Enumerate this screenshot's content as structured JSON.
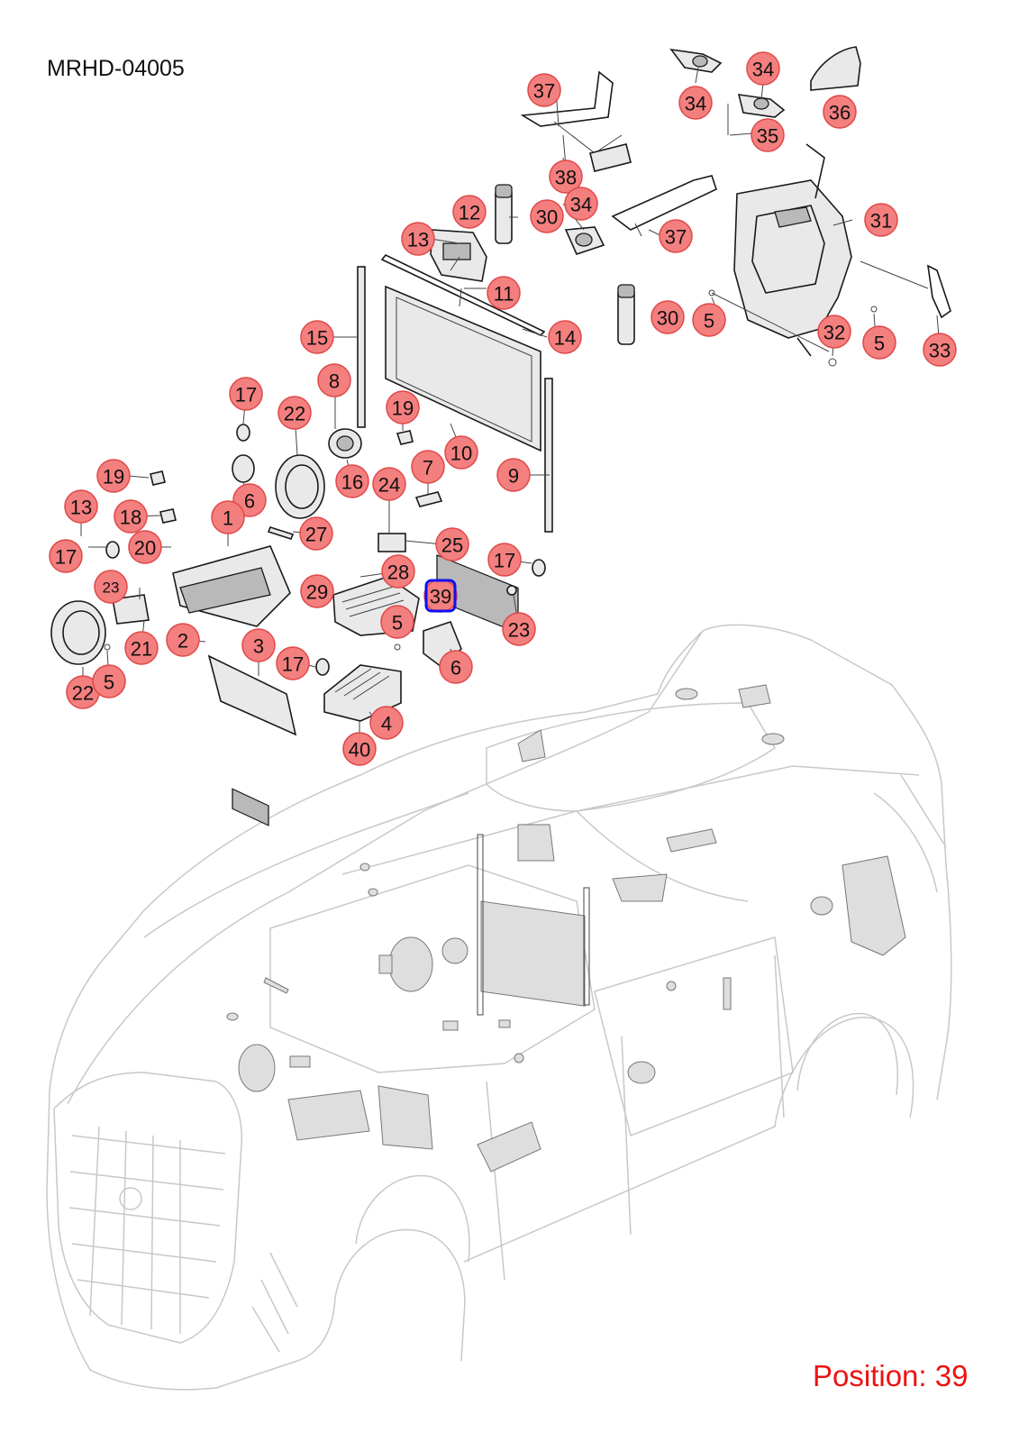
{
  "header": {
    "diagram_code": "MRHD-04005"
  },
  "footer": {
    "position_label": "Position: 39"
  },
  "highlighted_callout": "39",
  "callouts": [
    "37",
    "34",
    "34",
    "36",
    "35",
    "38",
    "12",
    "30",
    "34",
    "31",
    "37",
    "13",
    "11",
    "30",
    "5",
    "14",
    "15",
    "32",
    "5",
    "33",
    "8",
    "17",
    "22",
    "19",
    "10",
    "9",
    "16",
    "7",
    "19",
    "6",
    "24",
    "13",
    "18",
    "1",
    "27",
    "25",
    "20",
    "17",
    "17",
    "28",
    "23",
    "29",
    "39",
    "5",
    "23",
    "21",
    "2",
    "3",
    "17",
    "6",
    "22",
    "5",
    "4",
    "40"
  ]
}
